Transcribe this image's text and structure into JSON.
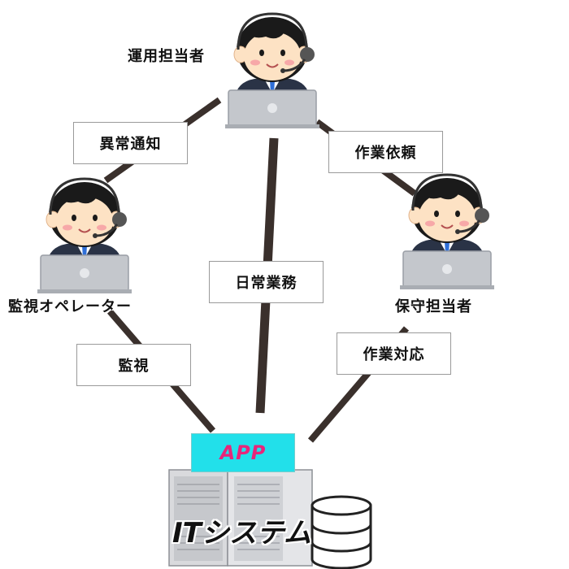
{
  "nodes": {
    "ops_manager": {
      "label": "運用担当者"
    },
    "monitor_operator": {
      "label": "監視オペレーター"
    },
    "maintenance_manager": {
      "label": "保守担当者"
    },
    "app": {
      "label": "APP"
    },
    "it_system": {
      "label": "ITシステム"
    }
  },
  "edges": {
    "anomaly_notification": {
      "label": "異常通知"
    },
    "work_request": {
      "label": "作業依頼"
    },
    "daily_operations": {
      "label": "日常業務"
    },
    "monitoring": {
      "label": "監視"
    },
    "work_response": {
      "label": "作業対応"
    }
  },
  "colors": {
    "connector": "#3a302c",
    "app_fill": "#22e0ea",
    "app_text": "#e8257a",
    "suit": "#2a3346",
    "hair": "#1a1a1a",
    "skin": "#fde2c4",
    "laptop": "#c4c7cc"
  }
}
